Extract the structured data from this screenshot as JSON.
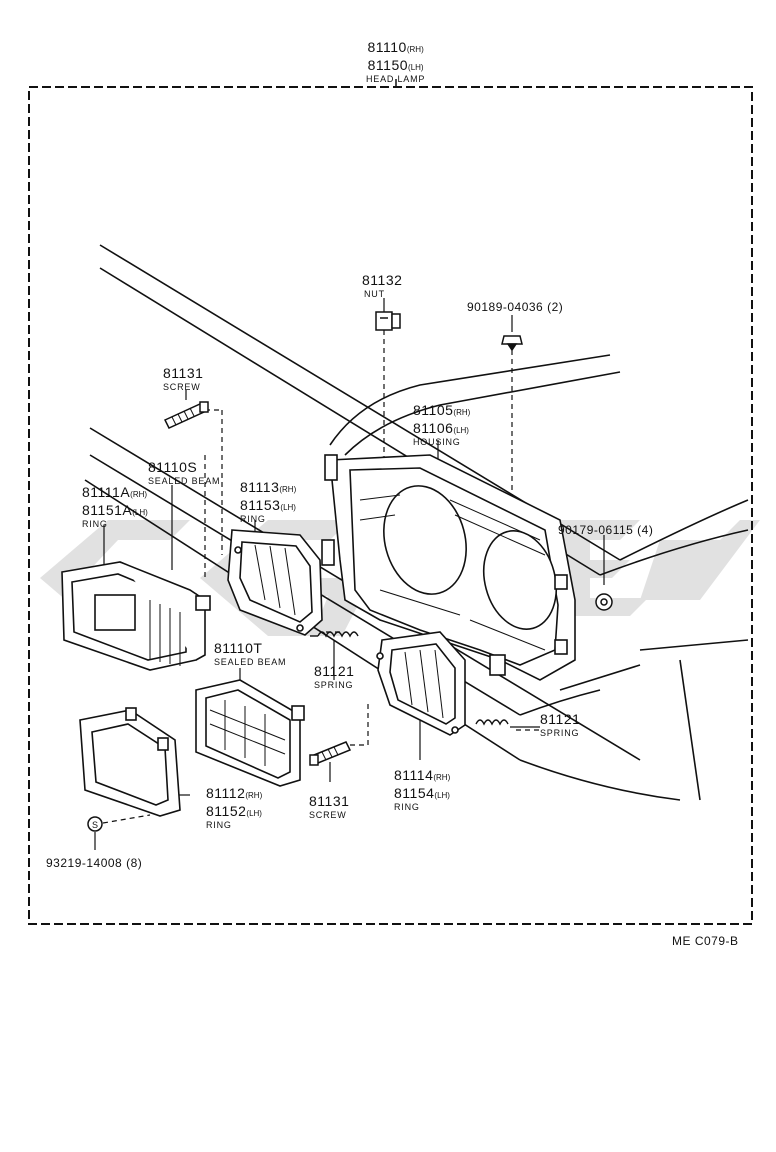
{
  "title": {
    "part_rh": "81110",
    "rh": "(RH)",
    "part_lh": "81150",
    "lh": "(LH)",
    "name": "HEAD LAMP"
  },
  "parts": {
    "nut": {
      "number": "81132",
      "name": "NUT"
    },
    "bolt_top": {
      "number": "90189-04036 (2)"
    },
    "screw_top": {
      "number": "81131",
      "name": "SCREW"
    },
    "housing": {
      "number_rh": "81105",
      "rh": "(RH)",
      "number_lh": "81106",
      "lh": "(LH)",
      "name": "HOUSING"
    },
    "sealed_s": {
      "number": "81110S",
      "name": "SEALED BEAM"
    },
    "ring_a": {
      "number_rh": "81111A",
      "rh": "(RH)",
      "number_lh": "81151A",
      "lh": "(LH)",
      "name": "RING"
    },
    "ring_113": {
      "number_rh": "81113",
      "rh": "(RH)",
      "number_lh": "81153",
      "lh": "(LH)",
      "name": "RING"
    },
    "clip": {
      "number": "90179-06115 (4)"
    },
    "sealed_t": {
      "number": "81110T",
      "name": "SEALED BEAM"
    },
    "spring_mid": {
      "number": "81121",
      "name": "SPRING"
    },
    "spring_right": {
      "number": "81121",
      "name": "SPRING"
    },
    "ring_114": {
      "number_rh": "81114",
      "rh": "(RH)",
      "number_lh": "81154",
      "lh": "(LH)",
      "name": "RING"
    },
    "ring_112": {
      "number_rh": "81112",
      "rh": "(RH)",
      "number_lh": "81152",
      "lh": "(LH)",
      "name": "RING"
    },
    "screw_bottom": {
      "number": "81131",
      "name": "SCREW"
    },
    "screw_small": {
      "number": "93219-14008 (8)"
    }
  },
  "footer": {
    "code": "ME C079-B"
  },
  "colors": {
    "ink": "#111111",
    "watermark": "#dcdcdc"
  }
}
